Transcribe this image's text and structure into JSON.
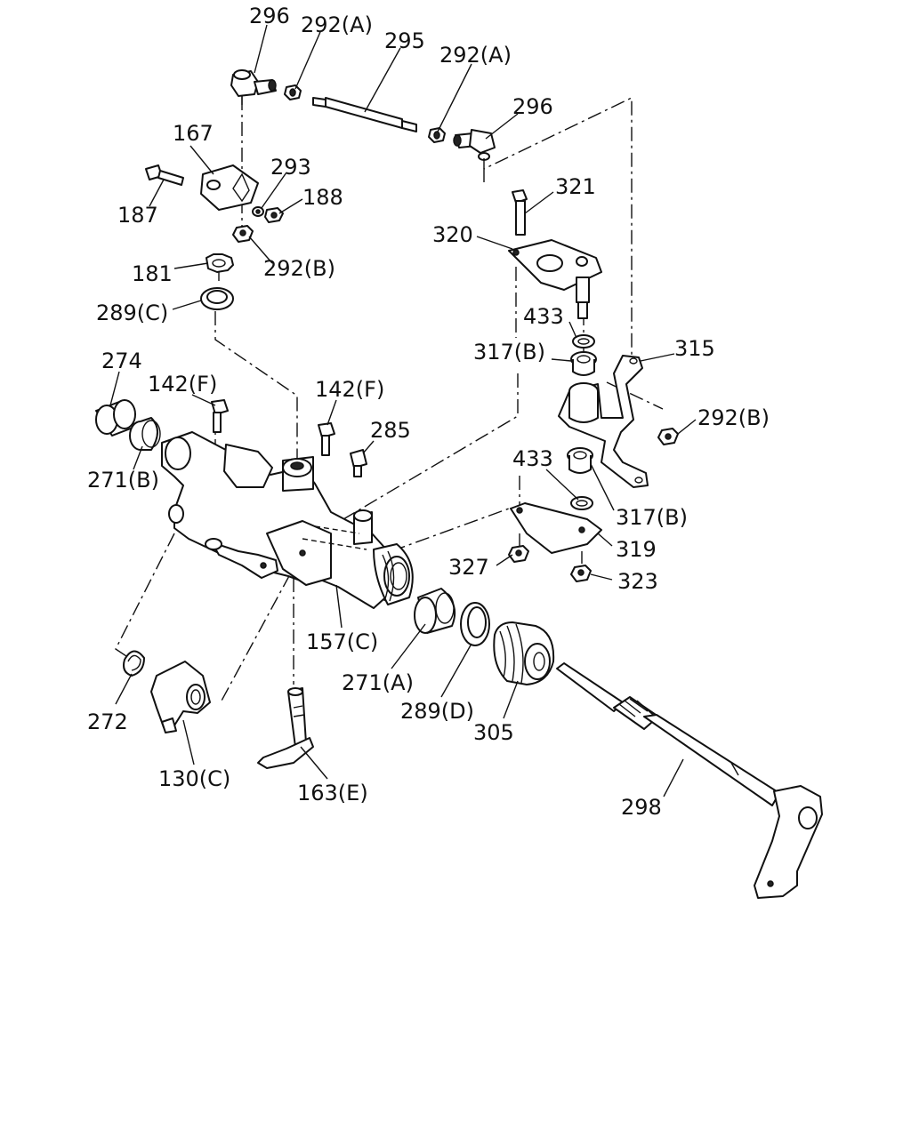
{
  "labels": {
    "p296_top": "296",
    "p292a_left": "292(A)",
    "p295": "295",
    "p292a_right": "292(A)",
    "p296_right": "296",
    "p167": "167",
    "p293": "293",
    "p187": "187",
    "p188": "188",
    "p181": "181",
    "p292b_left": "292(B)",
    "p289c": "289(C)",
    "p321": "321",
    "p320": "320",
    "p433_top": "433",
    "p317b_top": "317(B)",
    "p315": "315",
    "p292b_right": "292(B)",
    "p274": "274",
    "p142f_left": "142(F)",
    "p142f_right": "142(F)",
    "p285": "285",
    "p271b": "271(B)",
    "p433_mid": "433",
    "p317b_mid": "317(B)",
    "p319": "319",
    "p327": "327",
    "p323": "323",
    "p157c": "157(C)",
    "p271a": "271(A)",
    "p289d": "289(D)",
    "p305": "305",
    "p272": "272",
    "p130c": "130(C)",
    "p163e": "163(E)",
    "p298": "298"
  }
}
